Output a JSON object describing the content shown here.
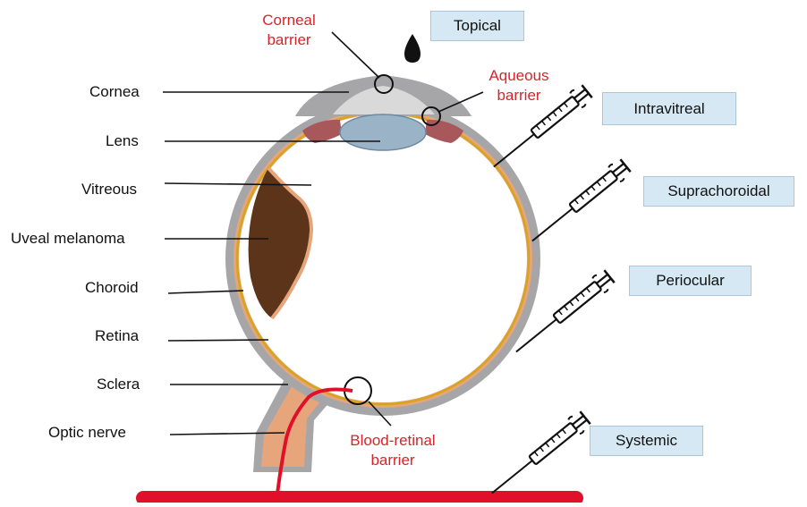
{
  "colors": {
    "sclera": "#a6a6a9",
    "choroid_band": "#e6a57b",
    "retina_line": "#d6a51c",
    "tumor": "#5c3419",
    "cornea": "#d9d9d9",
    "lens": "#9bb3c6",
    "iris": "#a8575b",
    "blood": "#e0102a",
    "barrier_text": "#d8232a",
    "route_box": "#d6e8f4"
  },
  "anatomy_labels": {
    "cornea": "Cornea",
    "lens": "Lens",
    "vitreous": "Vitreous",
    "uveal_melanoma": "Uveal melanoma",
    "choroid": "Choroid",
    "retina": "Retina",
    "sclera": "Sclera",
    "optic_nerve": "Optic nerve"
  },
  "barriers": {
    "corneal_line1": "Corneal",
    "corneal_line2": "barrier",
    "aqueous_line1": "Aqueous",
    "aqueous_line2": "barrier",
    "blood_retinal_line1": "Blood-retinal",
    "blood_retinal_line2": "barrier"
  },
  "routes": {
    "topical": "Topical",
    "intravitreal": "Intravitreal",
    "suprachoroidal": "Suprachoroidal",
    "periocular": "Periocular",
    "systemic": "Systemic"
  },
  "icons": [
    "drop-icon",
    "syringe-icon"
  ]
}
